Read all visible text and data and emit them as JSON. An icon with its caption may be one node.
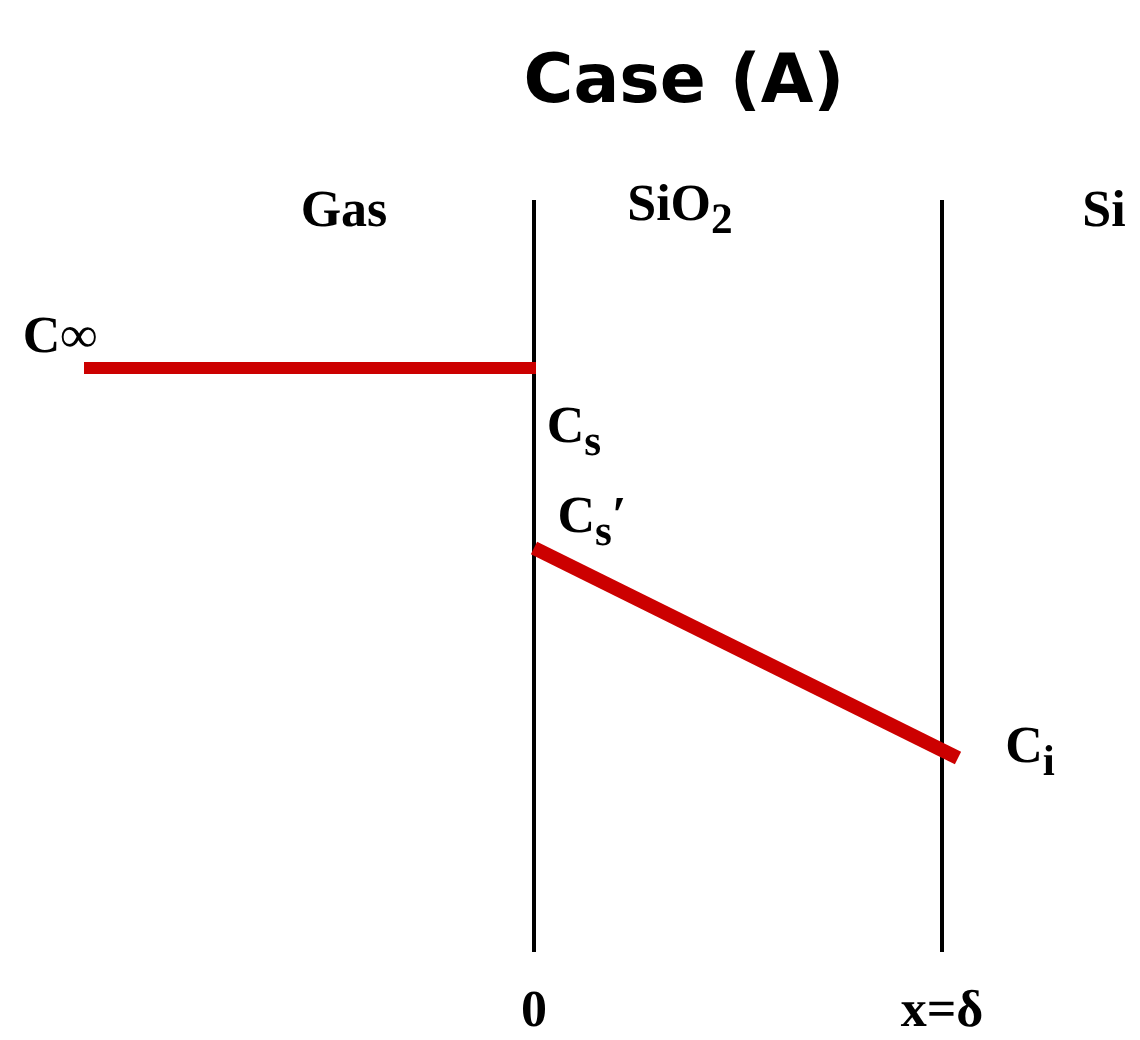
{
  "diagram": {
    "title": "Case (A)",
    "labels": [
      "Gas",
      "SiO$_{2}$",
      "Si",
      "C∞",
      "C$_{s}$",
      "C$_{s}$′",
      "C$_{i}$",
      "0",
      "x=δ"
    ]
  }
}
